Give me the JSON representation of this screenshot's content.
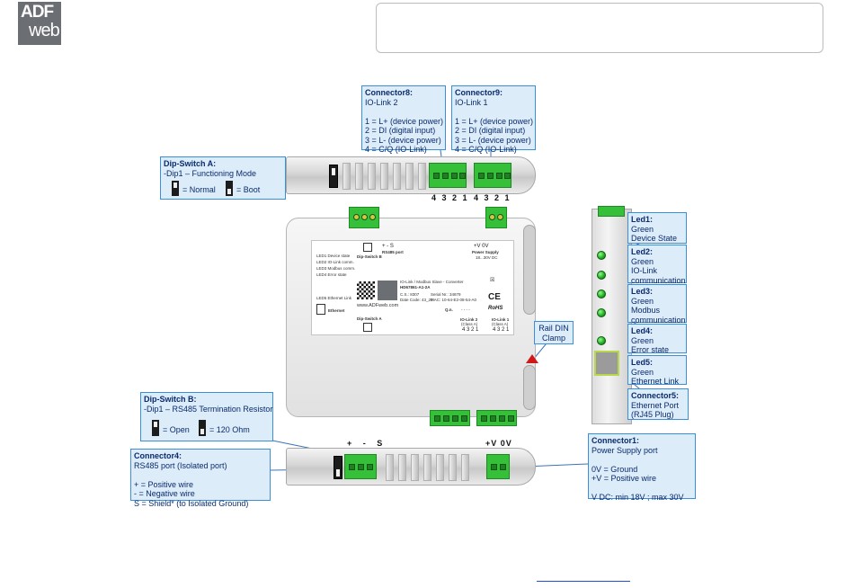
{
  "logo": {
    "line1": "ADF",
    "line2": "web"
  },
  "callouts": {
    "connector8": {
      "title": "Connector8:",
      "subtitle": "IO-Link 2",
      "lines": [
        "1 = L+ (device power)",
        "2 = DI (digital input)",
        "3 = L- (device power)",
        "4 = C/Q (IO-Link)"
      ]
    },
    "connector9": {
      "title": "Connector9:",
      "subtitle": "IO-Link 1",
      "lines": [
        "1 = L+ (device power)",
        "2 = DI (digital input)",
        "3 = L- (device power)",
        "4 = C/Q (IO-Link)"
      ]
    },
    "dip_a": {
      "title": "Dip-Switch A:",
      "subtitle": "-Dip1 – Functioning Mode",
      "opt1": "= Normal",
      "opt2": "= Boot"
    },
    "dip_b": {
      "title": "Dip-Switch B:",
      "subtitle": "-Dip1 – RS485 Termination Resistor",
      "opt1": "= Open",
      "opt2": "= 120 Ohm"
    },
    "connector4": {
      "title": "Connector4:",
      "subtitle": "RS485 port (Isolated port)",
      "lines": [
        "+ = Positive wire",
        "- = Negative wire",
        "S = Shield* (to Isolated Ground)"
      ]
    },
    "connector1": {
      "title": "Connector1:",
      "subtitle": "Power Supply port",
      "lines": [
        "0V = Ground",
        "+V = Positive wire",
        "",
        "V DC: min 18V ; max 30V"
      ]
    },
    "rail": {
      "line1": "Rail DIN",
      "line2": "Clamp"
    },
    "led1": {
      "title": "Led1:",
      "l1": "Green",
      "l2": "Device State"
    },
    "led2": {
      "title": "Led2:",
      "l1": "Green",
      "l2": "IO-Link",
      "l3": "communication"
    },
    "led3": {
      "title": "Led3:",
      "l1": "Green",
      "l2": "Modbus",
      "l3": "communication"
    },
    "led4": {
      "title": "Led4:",
      "l1": "Green",
      "l2": "Error state"
    },
    "led5": {
      "title": "Led5:",
      "l1": "Green",
      "l2": "Ethernet Link"
    },
    "connector5": {
      "title": "Connector5:",
      "l1": "Ethernet Port",
      "l2": "(RJ45 Plug)"
    }
  },
  "device": {
    "top_pins_left": "4 3 2 1",
    "top_pins_right": "4 3 2 1",
    "bottom_rs485": "+ - S",
    "bottom_power": "+V 0V",
    "label": {
      "rs485_marks": "+   -   S",
      "rs485_port": "RS485 port",
      "dip_b": "Dip-Switch B",
      "power_marks": "+V  0V",
      "power_supply": "Power Supply",
      "power_range": "18...30V DC",
      "led_lines": [
        "LED1 Device state",
        "LED2 IO-Link comm.",
        "LED3 Modbus comm.",
        "LED4 Error state"
      ],
      "led5": "LED5 Ethernet Link",
      "ethernet": "Ethernet",
      "product": "IO-Link / Modbus Slave - Converter",
      "model": "HD67861-A1-2A",
      "cs": "C.S.: 8307",
      "serial": "Serial Nr.: 34879",
      "date": "Date Code: 43_20",
      "mac": "MAC: 10-64-E2-08-54-A0",
      "url": "www.ADFweb.com",
      "dip_a": "Dip-Switch A",
      "qn": "Q.n.",
      "qn_dashes": "- - - -",
      "iolink2": "IO-Link 2",
      "iolink2_class": "(Class A)",
      "iolink1": "IO-Link 1",
      "iolink1_class": "(Class A)",
      "pins2": "4 3 2 1",
      "pins1": "4 3 2 1",
      "rohs": "RoHS",
      "ce": "CE"
    }
  }
}
